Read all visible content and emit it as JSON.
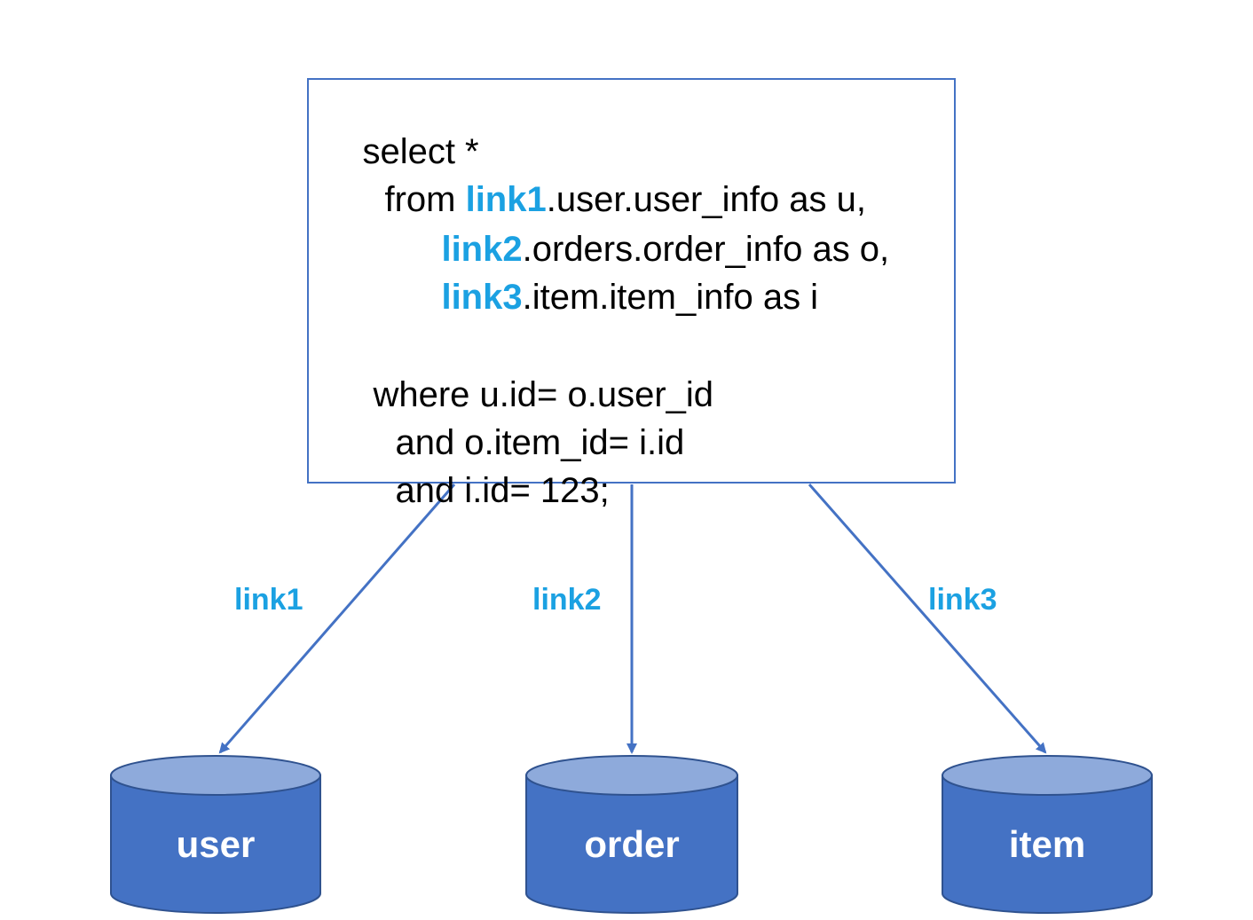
{
  "colors": {
    "border": "#4472c4",
    "arrow": "#4472c4",
    "link": "#1ba1e2",
    "cylinder_body": "#4472c4",
    "cylinder_top": "#8eaadb",
    "text": "#000000",
    "db_text": "#ffffff"
  },
  "sql": {
    "line1": "select *",
    "line2_prefix": "from ",
    "line2_link": "link1",
    "line2_rest": ".user.user_info as u,",
    "line3_link": "link2",
    "line3_rest": ".orders.order_info as o,",
    "line4_link": "link3",
    "line4_rest": ".item.item_info as i",
    "line5": "where u.id= o.user_id",
    "line6": "and o.item_id= i.id",
    "line7": "and i.id= 123;"
  },
  "links": [
    {
      "label": "link1"
    },
    {
      "label": "link2"
    },
    {
      "label": "link3"
    }
  ],
  "databases": [
    {
      "label": "user"
    },
    {
      "label": "order"
    },
    {
      "label": "item"
    }
  ]
}
